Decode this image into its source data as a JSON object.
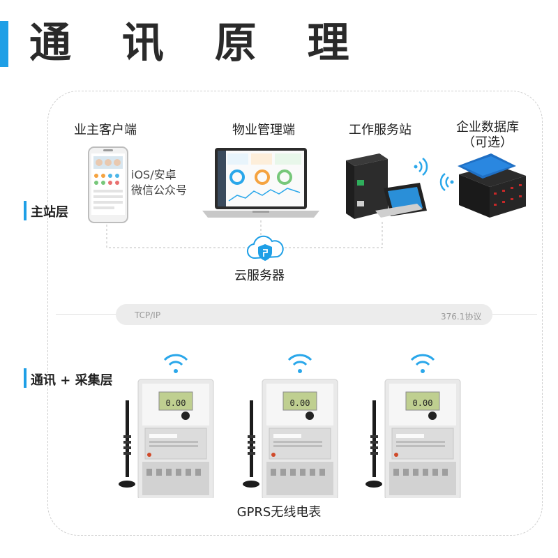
{
  "title": "通 讯 原 理",
  "layers": {
    "master": "主站层",
    "comm": "通讯 + 采集层"
  },
  "nodes": {
    "owner_client": "业主客户端",
    "owner_client_sub": [
      "iOS/安卓",
      "微信公众号"
    ],
    "property_mgmt": "物业管理端",
    "work_station": "工作服务站",
    "enterprise_db": [
      "企业数据库",
      "（可选）"
    ],
    "cloud_server": "云服务器"
  },
  "protocol": {
    "left": "TCP/IP",
    "right": "376.1协议"
  },
  "meters": {
    "caption": "GPRS无线电表",
    "count": 3,
    "display": "0.00"
  },
  "colors": {
    "accent": "#1e9fe6",
    "wifi": "#2aa7ea"
  },
  "icons": [
    "phone-icon",
    "laptop-icon",
    "server-icon",
    "database-icon",
    "cloud-shield-icon",
    "wifi-icon",
    "antenna-icon",
    "electric-meter-icon"
  ]
}
